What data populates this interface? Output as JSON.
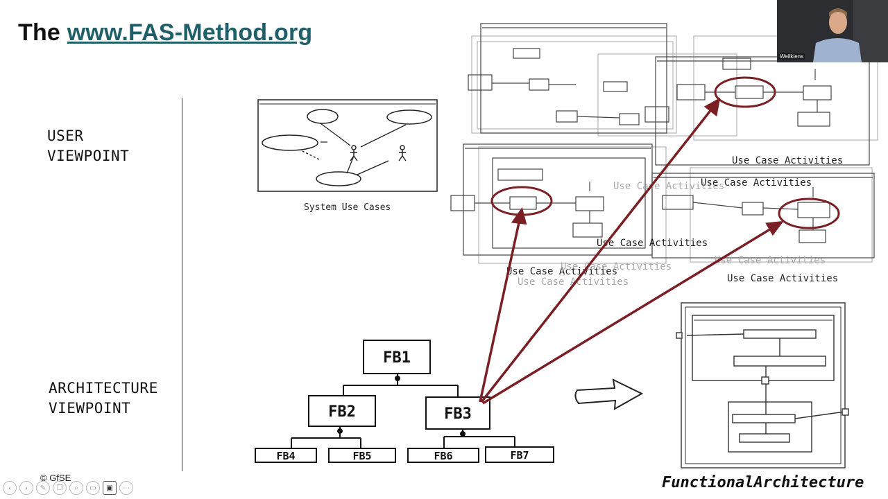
{
  "title": {
    "prefix": "The ",
    "link": "www.FAS-Method.org"
  },
  "viewpoints": {
    "user": "USER\nVIEWPOINT",
    "architecture": "ARCHITECTURE\nVIEWPOINT"
  },
  "labels": {
    "system_use_cases": "System Use Cases",
    "uca_1": "Use Case Activities",
    "uca_2": "Use Case Activities",
    "uca_3": "Use Case Activities",
    "uca_4": "Use Case Activities",
    "uca_5": "Use Case Activities",
    "uca_6": "Use Case Activities",
    "uca_7": "Use Case Activities",
    "uca_8": "Use Case Activities",
    "uca_9": "Use Case Activities",
    "functional_architecture": "FunctionalArchitecture"
  },
  "blocks": {
    "fb1": "FB1",
    "fb2": "FB2",
    "fb3": "FB3",
    "fb4": "FB4",
    "fb5": "FB5",
    "fb6": "FB6",
    "fb7": "FB7"
  },
  "copyright": "© GfSE",
  "webcam": {
    "name": "Weilkiens"
  },
  "colors": {
    "arrow": "#7a1f24",
    "link": "#1f5f6a",
    "sketch": "#222222"
  },
  "toolbar_icons": [
    "prev-icon",
    "next-icon",
    "pen-icon",
    "copy-icon",
    "zoom-icon",
    "screen-icon",
    "camera-icon",
    "more-icon"
  ]
}
